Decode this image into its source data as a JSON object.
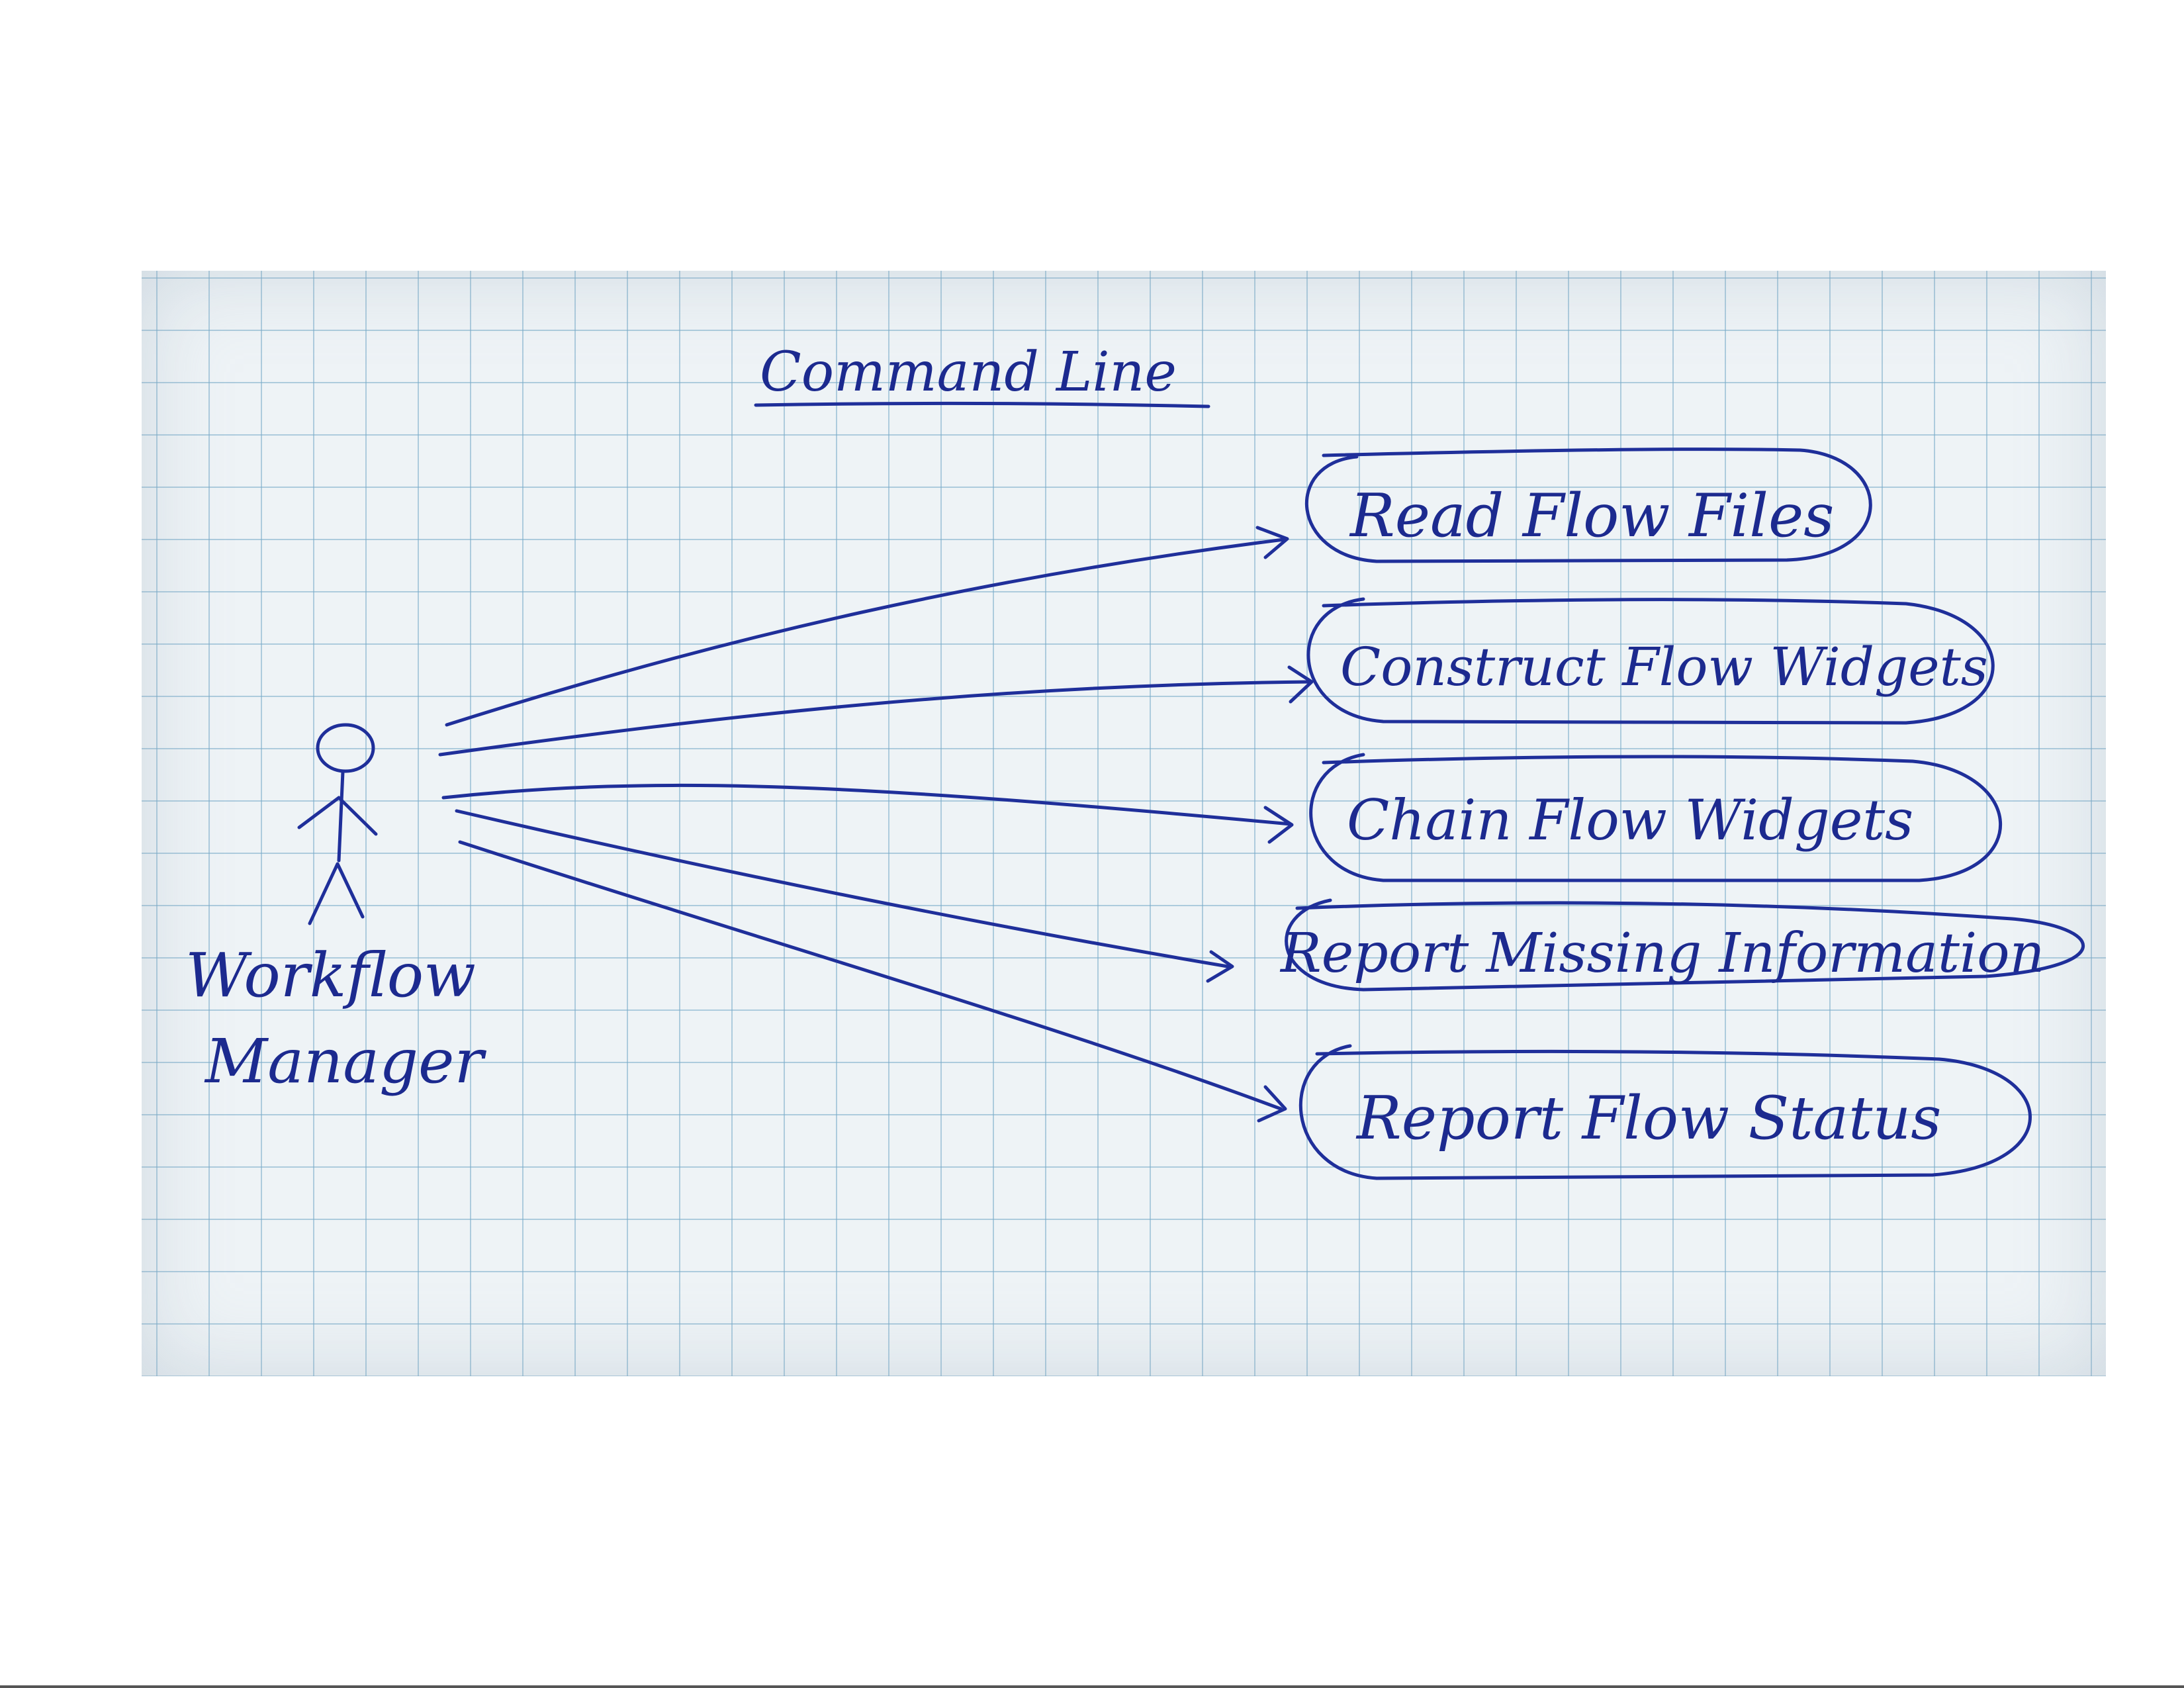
{
  "diagram": {
    "title": "Command Line",
    "actor": {
      "label_line1": "Workflow",
      "label_line2": "Manager"
    },
    "use_cases": [
      {
        "label": "Read Flow Files"
      },
      {
        "label": "Construct Flow Widgets"
      },
      {
        "label": "Chain Flow Widgets"
      },
      {
        "label": "Report Missing Information"
      },
      {
        "label": "Report Flow Status"
      }
    ]
  },
  "colors": {
    "ink": "#1f2f9a",
    "paper": "#eef3f6",
    "grid": "#78aac8"
  }
}
